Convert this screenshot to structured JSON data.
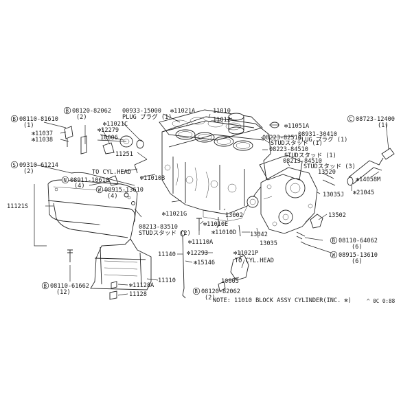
{
  "labels": {
    "l08110_81610": "08110-81610",
    "l08110_81610_q": "(1)",
    "l08120_82062": "08120-82062",
    "l08120_82062_q": "(2)",
    "l00933_15000": "00933-15000",
    "plug1": "PLUG プラグ (1)",
    "s11021A": "✻11021A",
    "l11010_top": "11010",
    "l11012": "11012",
    "l08723_12400": "08723-12400",
    "l08723_12400_q": "(1)",
    "s11037": "✻11037",
    "s11038": "✻11038",
    "s11021C": "✻11021C",
    "s12279": "✻12279",
    "l10006": "10006",
    "s11051A": "✻11051A",
    "l08931_30410": "08931-30410",
    "plug2": "PLUG プラグ (1)",
    "l08223_82510": "08223-82510",
    "stud1": "STUDスタッド (1)",
    "l08223_84510": "08223-84510",
    "stud2": "STUDスタッド (1)",
    "l08213_84510": "08213-84510",
    "stud3": "STUDスタッド (3)",
    "l13520": "13520",
    "l09310_61214": "09310-61214",
    "l09310_61214_q": "(2)",
    "to_cyl_head_1": "TO CYL.HEAD",
    "s11010B": "✻11010B",
    "l11251": "11251",
    "l08911_10610": "08911-10610",
    "l08911_10610_q": "(4)",
    "l08915_13610_a": "08915-13610",
    "l08915_13610_a_q": "(4)",
    "s14058M": "✻14058M",
    "s21045": "✻21045",
    "l13035J": "13035J",
    "l11121S": "11121S",
    "s11021G": "✻11021G",
    "l13002": "13002",
    "l13502": "13502",
    "l08213_83510": "08213-83510",
    "stud4": "STUDスタッド (2)",
    "s11010E": "✻11010E",
    "s11010D": "✻11010D",
    "l13042": "13042",
    "l13035": "13035",
    "l08110_64062": "08110-64062",
    "l08110_64062_q": "(6)",
    "s11110A": "✻11110A",
    "l11140": "11140",
    "s12293": "✻12293",
    "s11021P": "✻11021P",
    "to_cyl_head_2": "TO CYL.HEAD",
    "l08915_13610_b": "08915-13610",
    "l08915_13610_b_q": "(6)",
    "s15146": "✻15146",
    "l11110": "11110",
    "l10005": "10005",
    "l08110_61662": "08110-61662",
    "l08110_61662_q": "(12)",
    "s11128A": "✻11128A",
    "l11128": "11128",
    "l08120_82062_b": "08120-82062",
    "l08120_82062_b_q": "(2)",
    "note": "NOTE: 11010 BLOCK ASSY CYLINDER(INC. ✻)",
    "ref": "^ 0C 0:88"
  },
  "circle_letters": {
    "B": "B",
    "S": "S",
    "N": "N",
    "W": "W",
    "C": "C"
  }
}
